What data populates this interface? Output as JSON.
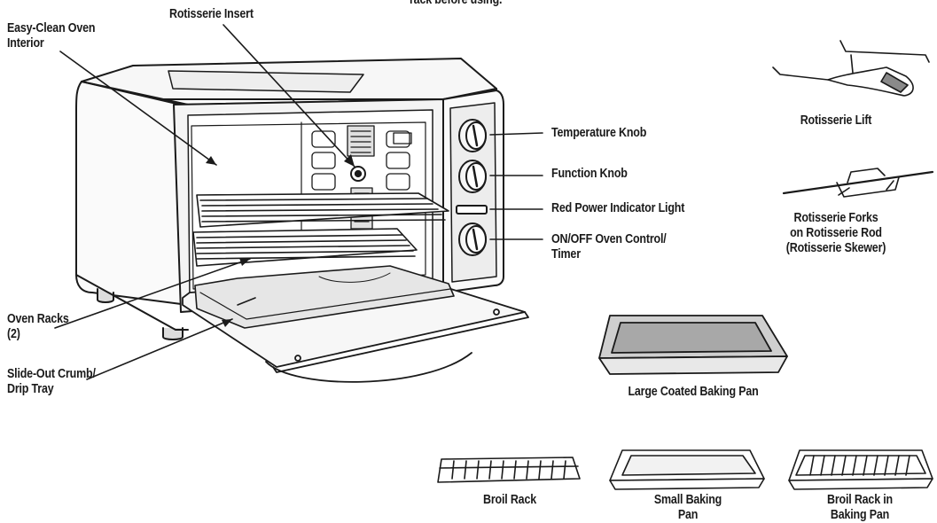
{
  "labels": {
    "top_note": "rack before using.",
    "easy_clean": [
      "Easy-Clean Oven",
      "Interior"
    ],
    "rotisserie_insert": "Rotisserie Insert",
    "temperature_knob": "Temperature Knob",
    "function_knob": "Function Knob",
    "power_light": "Red Power Indicator Light",
    "timer": [
      "ON/OFF Oven Control/",
      "Timer"
    ],
    "rotisserie_lift": "Rotisserie Lift",
    "rotisserie_forks": [
      "Rotisserie Forks",
      "on Rotisserie Rod",
      "(Rotisserie Skewer)"
    ],
    "oven_racks": [
      "Oven Racks",
      "(2)"
    ],
    "crumb_tray": [
      "Slide-Out Crumb/",
      "Drip Tray"
    ],
    "large_pan": "Large Coated Baking Pan",
    "broil_rack": "Broil Rack",
    "small_pan": [
      "Small Baking",
      "Pan"
    ],
    "broil_in_pan": [
      "Broil Rack in",
      "Baking Pan"
    ]
  },
  "colors": {
    "line": "#1a1a1a",
    "fill_light": "#f2f2f2",
    "fill_mid": "#cfcfcf",
    "fill_dark": "#8a8a8a"
  }
}
